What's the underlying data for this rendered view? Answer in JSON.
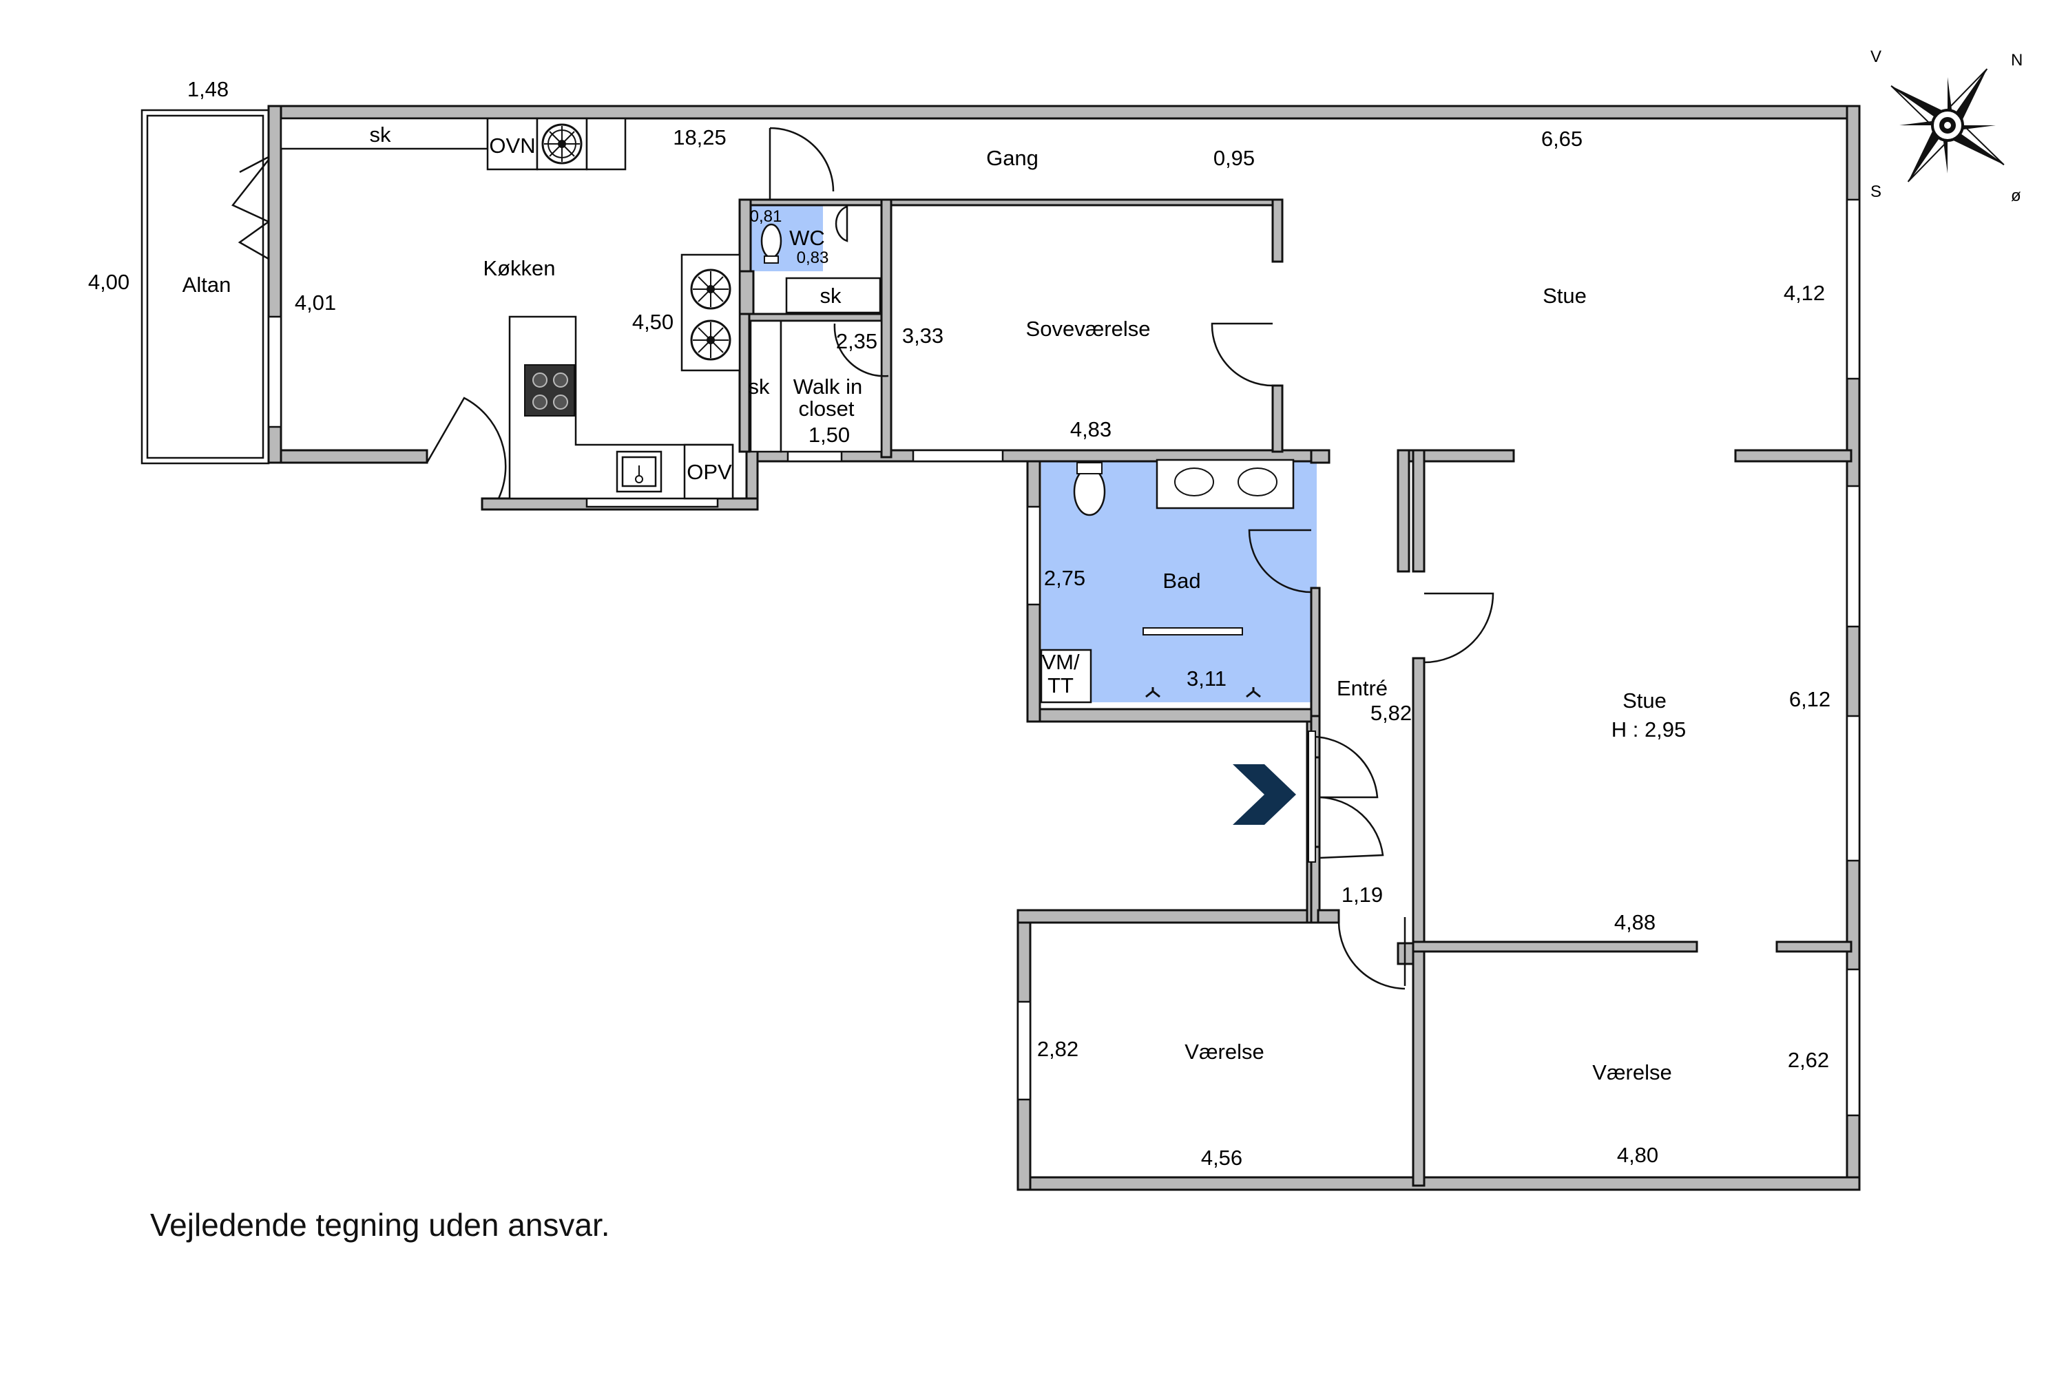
{
  "rooms": {
    "altan": "Altan",
    "kokken": "Køkken",
    "gang": "Gang",
    "wc": "WC",
    "sovevaerelse": "Soveværelse",
    "walkin_line1": "Walk in",
    "walkin_line2": "closet",
    "stue_top": "Stue",
    "bad": "Bad",
    "entre": "Entré",
    "stue_main": "Stue",
    "stue_height": "H : 2,95",
    "vaerelse_left": "Værelse",
    "vaerelse_right": "Værelse"
  },
  "fixtures": {
    "sk_kitchen": "sk",
    "ovn": "OVN",
    "opv": "OPV",
    "sk_closet_top": "sk",
    "sk_closet_side": "sk",
    "vm_line1": "VM/",
    "vm_line2": "TT"
  },
  "dimensions": {
    "altan_w": "1,48",
    "altan_h": "4,00",
    "kitchen_h": "4,01",
    "kitchen_inner": "4,50",
    "gang_len": "18,25",
    "gang_w": "0,95",
    "stue_top_w": "6,65",
    "stue_top_h": "4,12",
    "wc_w": "0,81",
    "wc_h": "0,83",
    "closet_w": "2,35",
    "closet_h": "1,50",
    "sove_h": "3,33",
    "sove_w": "4,83",
    "bad_h": "2,75",
    "bad_w": "3,11",
    "entre_len": "5,82",
    "entre_w": "1,19",
    "stue_main_w": "4,88",
    "stue_main_h": "6,12",
    "vaer_left_h": "2,82",
    "vaer_left_w": "4,56",
    "vaer_right_h": "2,62",
    "vaer_right_w": "4,80"
  },
  "compass": {
    "n": "N",
    "v": "V",
    "s": "S",
    "o": "ø"
  },
  "disclaimer": "Vejledende tegning uden ansvar.",
  "colors": {
    "wet_room": "#aac8fb",
    "wall": "#b9b9b9",
    "entry_arrow": "#10304f"
  }
}
